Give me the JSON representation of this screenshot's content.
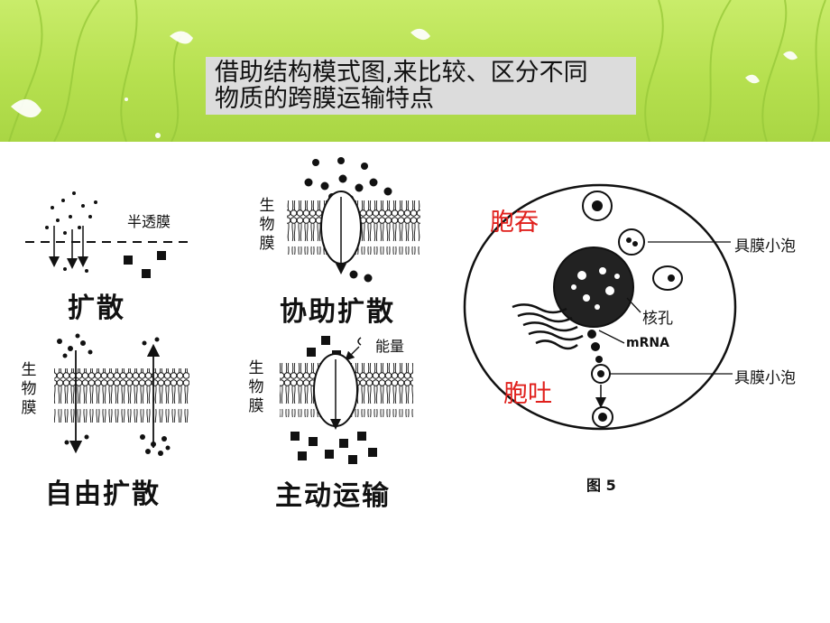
{
  "banner": {
    "title_line_1": "借助结构模式图,来比较、区分不同",
    "title_line_2": "物质的跨膜运输特点",
    "colors": {
      "background": "#b6e04f",
      "title_box": "#dcdcdc"
    }
  },
  "diffusion": {
    "membrane_label": "半透膜",
    "caption": "扩散"
  },
  "facilitated": {
    "side_label": "生物膜",
    "caption": "协助扩散"
  },
  "free_diffusion": {
    "side_label": "生物膜",
    "caption": "自由扩散"
  },
  "active": {
    "side_label": "生物膜",
    "energy_label": "能量",
    "caption": "主动运输"
  },
  "cell": {
    "endocytosis_label": "胞吞",
    "exocytosis_label": "胞吐",
    "vesicle_label_top": "具膜小泡",
    "vesicle_label_bottom": "具膜小泡",
    "nuclear_pore_label": "核孔",
    "mrna_label": "mRNA",
    "figure_caption": "图 5",
    "colors": {
      "process_labels": "#e0201c"
    }
  }
}
